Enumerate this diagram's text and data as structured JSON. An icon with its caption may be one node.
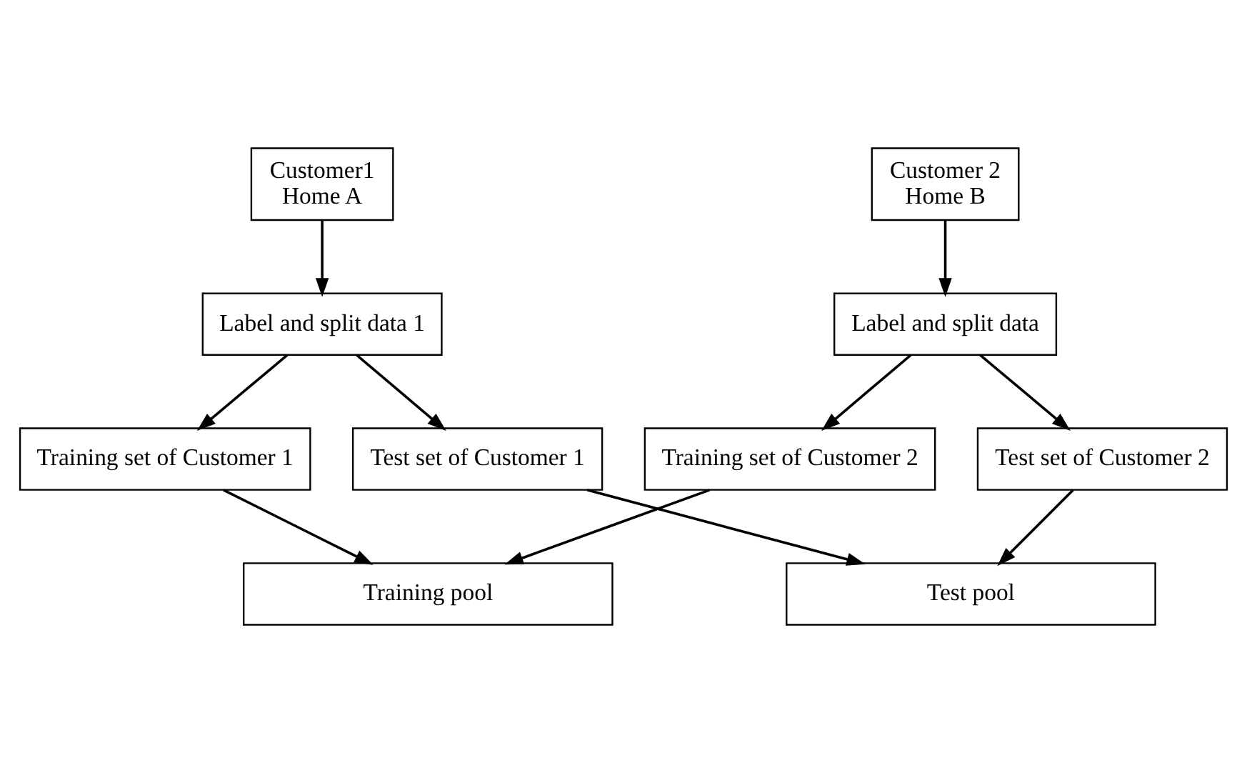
{
  "diagram": {
    "nodes": [
      {
        "text": [
          "Customer1",
          "Home A"
        ]
      },
      {
        "text": [
          "Customer 2",
          "Home B"
        ]
      },
      {
        "text": [
          "Label and split data 1"
        ]
      },
      {
        "text": [
          "Label and split data"
        ]
      },
      {
        "text": [
          "Training set of Customer 1"
        ]
      },
      {
        "text": [
          "Test set of Customer 1"
        ]
      },
      {
        "text": [
          "Training set of Customer 2"
        ]
      },
      {
        "text": [
          "Test set of Customer 2"
        ]
      },
      {
        "text": [
          "Training pool"
        ]
      },
      {
        "text": [
          "Test pool"
        ]
      }
    ],
    "edges": [
      {
        "from": 0,
        "to": 2,
        "arrow": "to"
      },
      {
        "from": 1,
        "to": 3,
        "arrow": "to"
      },
      {
        "from": 2,
        "to": 4,
        "arrow": "to"
      },
      {
        "from": 2,
        "to": 5,
        "arrow": "to"
      },
      {
        "from": 3,
        "to": 6,
        "arrow": "to"
      },
      {
        "from": 3,
        "to": 7,
        "arrow": "to"
      },
      {
        "from": 4,
        "to": 8,
        "arrow": "to"
      },
      {
        "from": 5,
        "to": 9,
        "arrow": "to"
      },
      {
        "from": 6,
        "to": 8,
        "arrow": "to"
      },
      {
        "from": 7,
        "to": 9,
        "arrow": "to"
      }
    ]
  }
}
